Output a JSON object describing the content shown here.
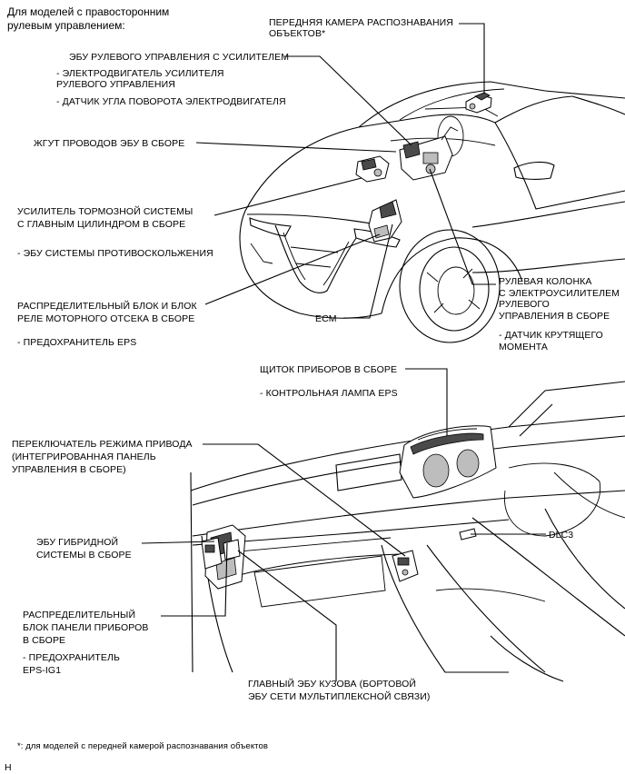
{
  "header": {
    "line1": "Для моделей с правосторонним",
    "line2": "рулевым управлением:"
  },
  "top_labels": {
    "front_camera": {
      "line1": "ПЕРЕДНЯЯ КАМЕРА РАСПОЗНАВАНИЯ",
      "line2": "ОБЪЕКТОВ*"
    },
    "eps_ecu": "ЭБУ РУЛЕВОГО УПРАВЛЕНИЯ С УСИЛИТЕЛЕМ",
    "eps_motor": {
      "line1": "- ЭЛЕКТРОДВИГАТЕЛЬ УСИЛИТЕЛЯ",
      "line2": "РУЛЕВОГО УПРАВЛЕНИЯ"
    },
    "motor_angle_sensor": "- ДАТЧИК УГЛА ПОВОРОТА ЭЛЕКТРОДВИГАТЕЛЯ",
    "ecu_wire_harness": "ЖГУТ ПРОВОДОВ ЭБУ В СБОРЕ",
    "brake_booster": {
      "line1": "УСИЛИТЕЛЬ ТОРМОЗНОЙ СИСТЕМЫ",
      "line2": "С ГЛАВНЫМ ЦИЛИНДРОМ В СБОРЕ"
    },
    "skid_control_ecu": "- ЭБУ СИСТЕМЫ ПРОТИВОСКОЛЬЖЕНИЯ",
    "engine_relay_block": {
      "line1": "РАСПРЕДЕЛИТЕЛЬНЫЙ БЛОК И БЛОК",
      "line2": "РЕЛЕ МОТОРНОГО ОТСЕКА В СБОРЕ"
    },
    "eps_fuse": "- ПРЕДОХРАНИТЕЛЬ EPS",
    "ecm": "ECM",
    "steering_column": {
      "line1": "РУЛЕВАЯ КОЛОНКА",
      "line2": "С ЭЛЕКТРОУСИЛИТЕЛЕМ",
      "line3": "РУЛЕВОГО",
      "line4": "УПРАВЛЕНИЯ В СБОРЕ"
    },
    "torque_sensor": {
      "line1": "- ДАТЧИК КРУТЯЩЕГО",
      "line2": "МОМЕНТА"
    }
  },
  "bottom_labels": {
    "combination_meter": "ЩИТОК ПРИБОРОВ В СБОРЕ",
    "eps_warning_light": "- КОНТРОЛЬНАЯ ЛАМПА EPS",
    "drive_mode_switch": {
      "line1": "ПЕРЕКЛЮЧАТЕЛЬ РЕЖИМА ПРИВОДА",
      "line2": "(ИНТЕГРИРОВАННАЯ ПАНЕЛЬ",
      "line3": "УПРАВЛЕНИЯ В СБОРЕ)"
    },
    "hybrid_ecu": {
      "line1": "ЭБУ ГИБРИДНОЙ",
      "line2": "СИСТЕМЫ В СБОРЕ"
    },
    "dlc3": "DLC3",
    "instrument_panel_junction": {
      "line1": "РАСПРЕДЕЛИТЕЛЬНЫЙ",
      "line2": "БЛОК ПАНЕЛИ ПРИБОРОВ",
      "line3": "В СБОРЕ"
    },
    "eps_ig1_fuse": {
      "line1": "- ПРЕДОХРАНИТЕЛЬ",
      "line2": "EPS-IG1"
    },
    "main_body_ecu": {
      "line1": "ГЛАВНЫЙ ЭБУ КУЗОВА (БОРТОВОЙ",
      "line2": "ЭБУ СЕТИ МУЛЬТИПЛЕКСНОЙ СВЯЗИ)"
    }
  },
  "footnote": "*: для моделей с передней камерой распознавания объектов",
  "corner_mark": "H"
}
